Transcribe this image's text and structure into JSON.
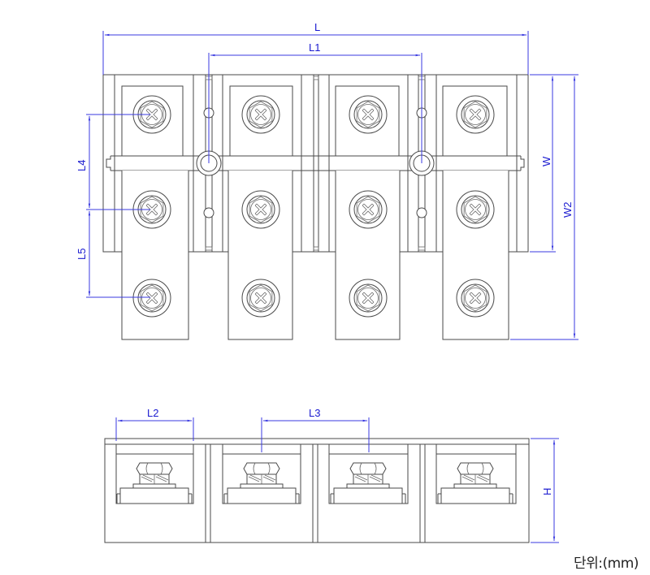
{
  "drawing": {
    "subject": "4-pole terminal block",
    "views": [
      "top-view",
      "side-view"
    ],
    "pole_count": 4,
    "colors": {
      "outline": "#4a4a4a",
      "dimension": "#3a3ae0",
      "dimension_text": "#1a1ad0"
    }
  },
  "dimensions": {
    "L": "L",
    "L1": "L1",
    "L2": "L2",
    "L3": "L3",
    "L4": "L4",
    "L5": "L5",
    "W": "W",
    "W2": "W2",
    "H": "H"
  },
  "unit_label": "단위:(mm)"
}
